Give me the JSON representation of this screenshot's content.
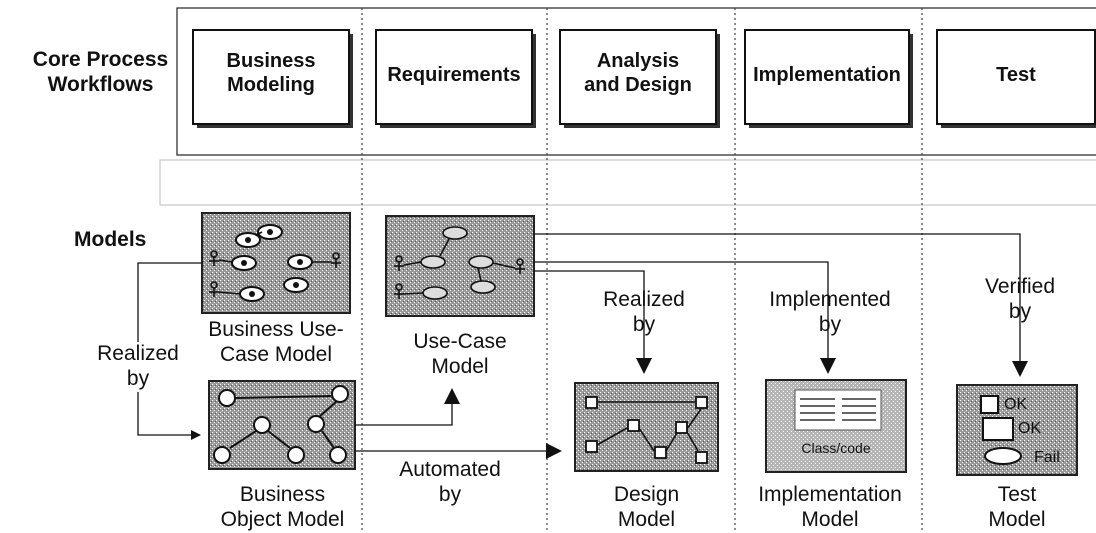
{
  "row_labels": {
    "workflows": "Core Process\nWorkflows",
    "models": "Models"
  },
  "workflows": [
    "Business\nModeling",
    "Requirements",
    "Analysis\nand Design",
    "Implementation",
    "Test"
  ],
  "models": {
    "business_use_case": "Business Use-\nCase Model",
    "use_case": "Use-Case\nModel",
    "business_object": "Business\nObject Model",
    "design": "Design\nModel",
    "implementation": "Implementation\nModel",
    "test": "Test\nModel"
  },
  "relations": {
    "realized_by_left": "Realized\nby",
    "realized_by": "Realized\nby",
    "implemented_by": "Implemented\nby",
    "verified_by": "Verified\nby",
    "automated_by": "Automated\nby"
  },
  "icon_texts": {
    "class_code": "Class/code",
    "ok_1": "OK",
    "ok_2": "OK",
    "fail": "Fail"
  }
}
